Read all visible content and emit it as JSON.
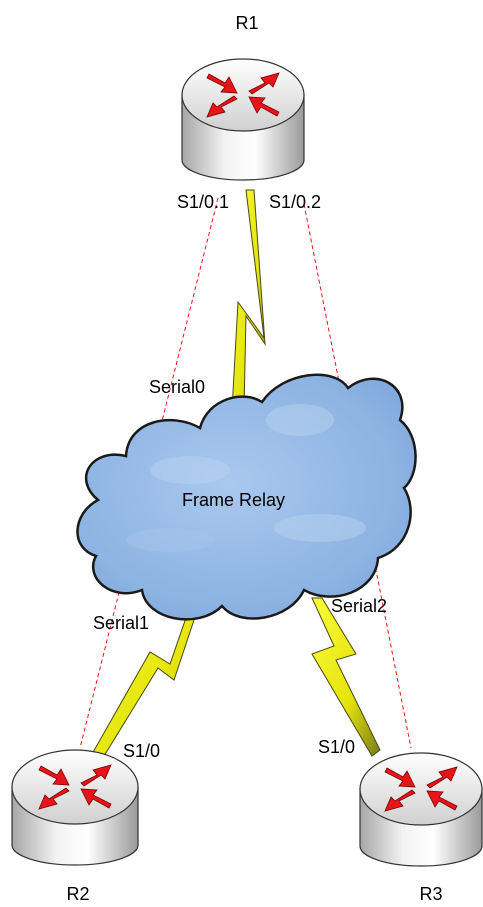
{
  "routers": {
    "r1": {
      "name": "R1"
    },
    "r2": {
      "name": "R2"
    },
    "r3": {
      "name": "R3"
    }
  },
  "cloud": {
    "label": "Frame Relay"
  },
  "interfaces": {
    "r1_sub1": "S1/0.1",
    "r1_sub2": "S1/0.2",
    "r2_s1": "S1/0",
    "r3_s1": "S1/0",
    "fr_serial0": "Serial0",
    "fr_serial1": "Serial1",
    "fr_serial2": "Serial2"
  },
  "colors": {
    "router_arrow": "#e8141a",
    "router_body": "#d9d9d9",
    "cloud_fill": "#8fb4e3",
    "cloud_stroke": "#1a1a1a",
    "serial_link": "#f2f20a",
    "virtual_circuit": "#e8141a"
  }
}
